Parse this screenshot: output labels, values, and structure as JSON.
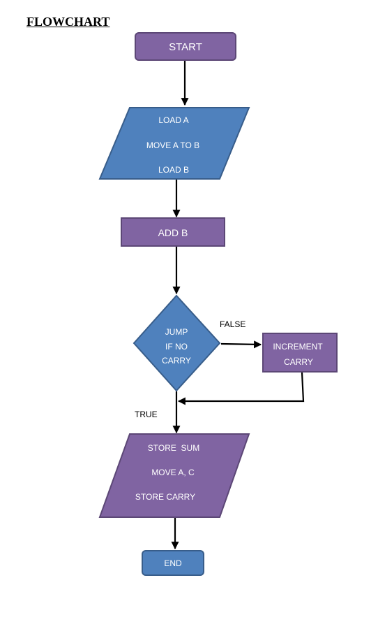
{
  "title": "FLOWCHART",
  "colors": {
    "purple_fill": "#8064A2",
    "purple_stroke": "#5C4776",
    "blue_fill": "#4F81BD",
    "blue_stroke": "#385D8A",
    "arrow": "#000000"
  },
  "nodes": {
    "start": {
      "label": "START"
    },
    "load": {
      "lines": [
        "LOAD A",
        "MOVE A TO B",
        "LOAD B"
      ]
    },
    "add": {
      "label": "ADD B"
    },
    "decision": {
      "lines": [
        "JUMP",
        "IF NO",
        "CARRY"
      ]
    },
    "increment": {
      "lines": [
        "INCREMENT",
        "CARRY"
      ]
    },
    "store": {
      "lines": [
        "STORE  SUM",
        "MOVE A, C",
        "STORE CARRY"
      ]
    },
    "end": {
      "label": "END"
    }
  },
  "edges": {
    "false_label": "FALSE",
    "true_label": "TRUE"
  }
}
